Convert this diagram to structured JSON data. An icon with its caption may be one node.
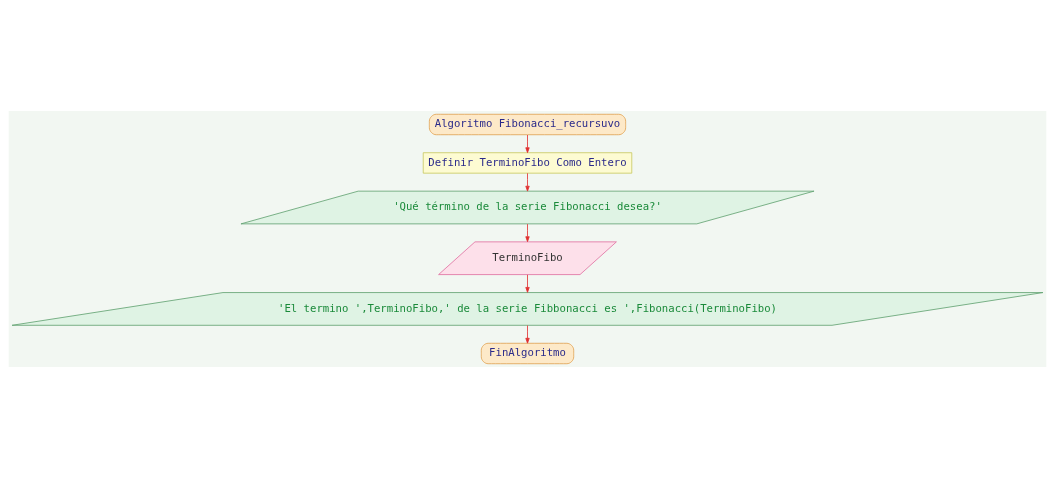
{
  "diagram": {
    "nodes": [
      {
        "text": [
          "Algoritmo Fibonacci_recursuvo"
        ]
      },
      {
        "text": [
          "Definir TerminoFibo Como Entero"
        ]
      },
      {
        "text": [
          "'Qué término de la serie Fibonacci desea?'"
        ]
      },
      {
        "text": [
          "TerminoFibo"
        ]
      },
      {
        "text": [
          "'El termino ',TerminoFibo,' de la serie Fibbonacci es ',Fibonacci(TerminoFibo)"
        ]
      },
      {
        "text": [
          "FinAlgoritmo"
        ]
      }
    ],
    "edges": [
      {
        "from": 0,
        "to": 1,
        "arrow": "to"
      },
      {
        "from": 1,
        "to": 2,
        "arrow": "to"
      },
      {
        "from": 2,
        "to": 3,
        "arrow": "to"
      },
      {
        "from": 3,
        "to": 4,
        "arrow": "to"
      },
      {
        "from": 4,
        "to": 5,
        "arrow": "to"
      }
    ]
  }
}
